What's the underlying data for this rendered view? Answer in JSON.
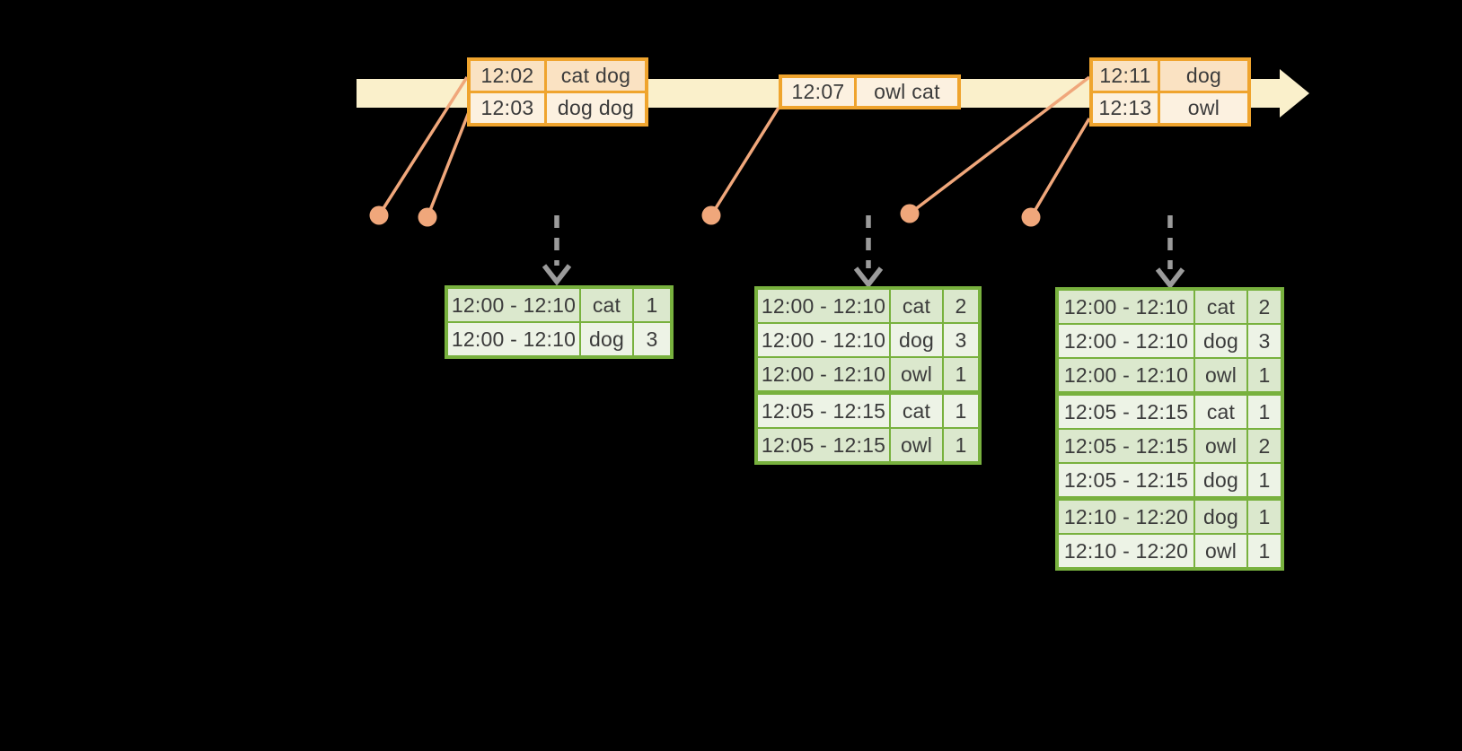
{
  "diagram": {
    "kind": "streaming-windowed-word-count-timeline",
    "background": "#000000"
  },
  "palette": {
    "timeline_bar": "#faf0cb",
    "event_border": "#efa42e",
    "event_row_dark": "#fae2c2",
    "event_row_light": "#fcf1e0",
    "leader_line": "#f0a77b",
    "trigger_arrow": "#9b9b9b",
    "result_border": "#78b13e",
    "result_row_dark": "#dbe8cd",
    "result_row_light": "#edf3e6",
    "text": "#3b3b3b"
  },
  "timeline": {
    "events": [
      {
        "rows": [
          {
            "time": "12:02",
            "words": "cat dog"
          },
          {
            "time": "12:03",
            "words": "dog dog"
          }
        ]
      },
      {
        "rows": [
          {
            "time": "12:07",
            "words": "owl cat"
          }
        ]
      },
      {
        "rows": [
          {
            "time": "12:11",
            "words": "dog"
          },
          {
            "time": "12:13",
            "words": "owl"
          }
        ]
      }
    ]
  },
  "result_tables": [
    {
      "rows": [
        {
          "window": "12:00 - 12:10",
          "word": "cat",
          "count": "1"
        },
        {
          "window": "12:00 - 12:10",
          "word": "dog",
          "count": "3"
        }
      ]
    },
    {
      "rows": [
        {
          "window": "12:00 - 12:10",
          "word": "cat",
          "count": "2"
        },
        {
          "window": "12:00 - 12:10",
          "word": "dog",
          "count": "3"
        },
        {
          "window": "12:00 - 12:10",
          "word": "owl",
          "count": "1"
        },
        {
          "window": "12:05 - 12:15",
          "word": "cat",
          "count": "1"
        },
        {
          "window": "12:05 - 12:15",
          "word": "owl",
          "count": "1"
        }
      ]
    },
    {
      "rows": [
        {
          "window": "12:00 - 12:10",
          "word": "cat",
          "count": "2"
        },
        {
          "window": "12:00 - 12:10",
          "word": "dog",
          "count": "3"
        },
        {
          "window": "12:00 - 12:10",
          "word": "owl",
          "count": "1"
        },
        {
          "window": "12:05 - 12:15",
          "word": "cat",
          "count": "1"
        },
        {
          "window": "12:05 - 12:15",
          "word": "owl",
          "count": "2"
        },
        {
          "window": "12:05 - 12:15",
          "word": "dog",
          "count": "1"
        },
        {
          "window": "12:10 - 12:20",
          "word": "dog",
          "count": "1"
        },
        {
          "window": "12:10 - 12:20",
          "word": "owl",
          "count": "1"
        }
      ]
    }
  ]
}
